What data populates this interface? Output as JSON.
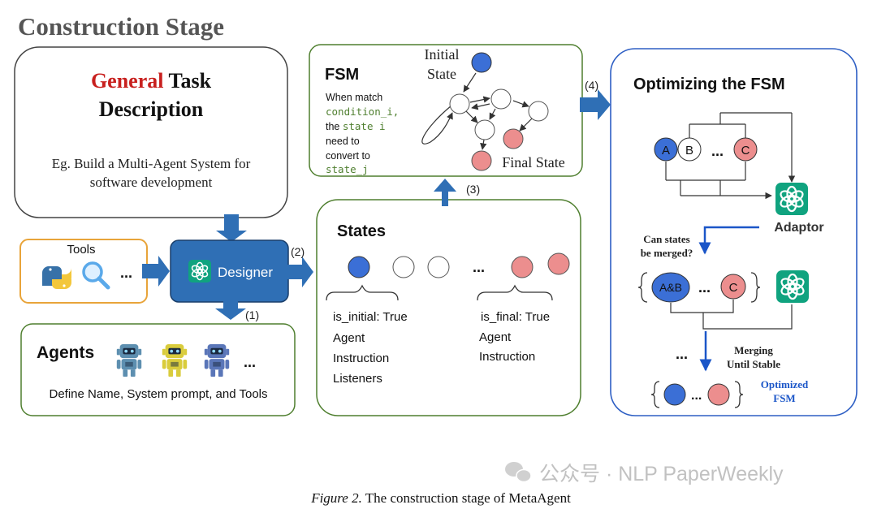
{
  "header": {
    "title": "Construction Stage"
  },
  "task": {
    "title_highlight": "General",
    "title_rest": " Task",
    "title_line2": "Description",
    "example_line1": "Eg. Build a Multi-Agent System for",
    "example_line2": "software development"
  },
  "tools": {
    "label": "Tools",
    "ellipsis": "..."
  },
  "designer": {
    "label": "Designer"
  },
  "agents": {
    "title": "Agents",
    "ellipsis": "...",
    "description": "Define Name, System prompt, and Tools"
  },
  "fsm": {
    "title": "FSM",
    "initial_state_line1": "Initial",
    "initial_state_line2": "State",
    "final_state": "Final State",
    "cond_line1": "When match",
    "cond_line2": "condition_i,",
    "cond_line3_pre": "the ",
    "cond_line3_hl": "state i",
    "cond_line4": "need to",
    "cond_line5": "convert to",
    "cond_line6": "state_j"
  },
  "states": {
    "title": "States",
    "ellipsis": "...",
    "initial_attrs": [
      "is_initial: True",
      "Agent",
      "Instruction",
      "Listeners"
    ],
    "final_attrs": [
      "is_final: True",
      "Agent",
      "Instruction"
    ]
  },
  "optimize": {
    "title": "Optimizing the FSM",
    "node_a": "A",
    "node_b": "B",
    "node_c": "C",
    "node_ab": "A&B",
    "ellipsis": "...",
    "adaptor": "Adaptor",
    "question_line1": "Can states",
    "question_line2": "be merged?",
    "merging_line1": "Merging",
    "merging_line2": "Until Stable",
    "optimized_line1": "Optimized",
    "optimized_line2": "FSM"
  },
  "steps": {
    "s1": "(1)",
    "s2": "(2)",
    "s3": "(3)",
    "s4": "(4)"
  },
  "watermark": "公众号 · NLP PaperWeekly",
  "caption": {
    "figure": "Figure 2.",
    "text": " The construction stage of MetaAgent"
  },
  "colors": {
    "accent_blue": "#2f6fb5",
    "state_blue": "#3b6fd6",
    "state_red": "#ec8e8e",
    "gpt_green": "#10a37f",
    "fsm_green": "#4f7f2f",
    "highlight_red": "#c8201e",
    "tools_border": "#e8a43a"
  },
  "icons": [
    "python-icon",
    "magnifier-icon",
    "openai-icon",
    "robot-icon",
    "wechat-icon",
    "arrow-icon"
  ]
}
